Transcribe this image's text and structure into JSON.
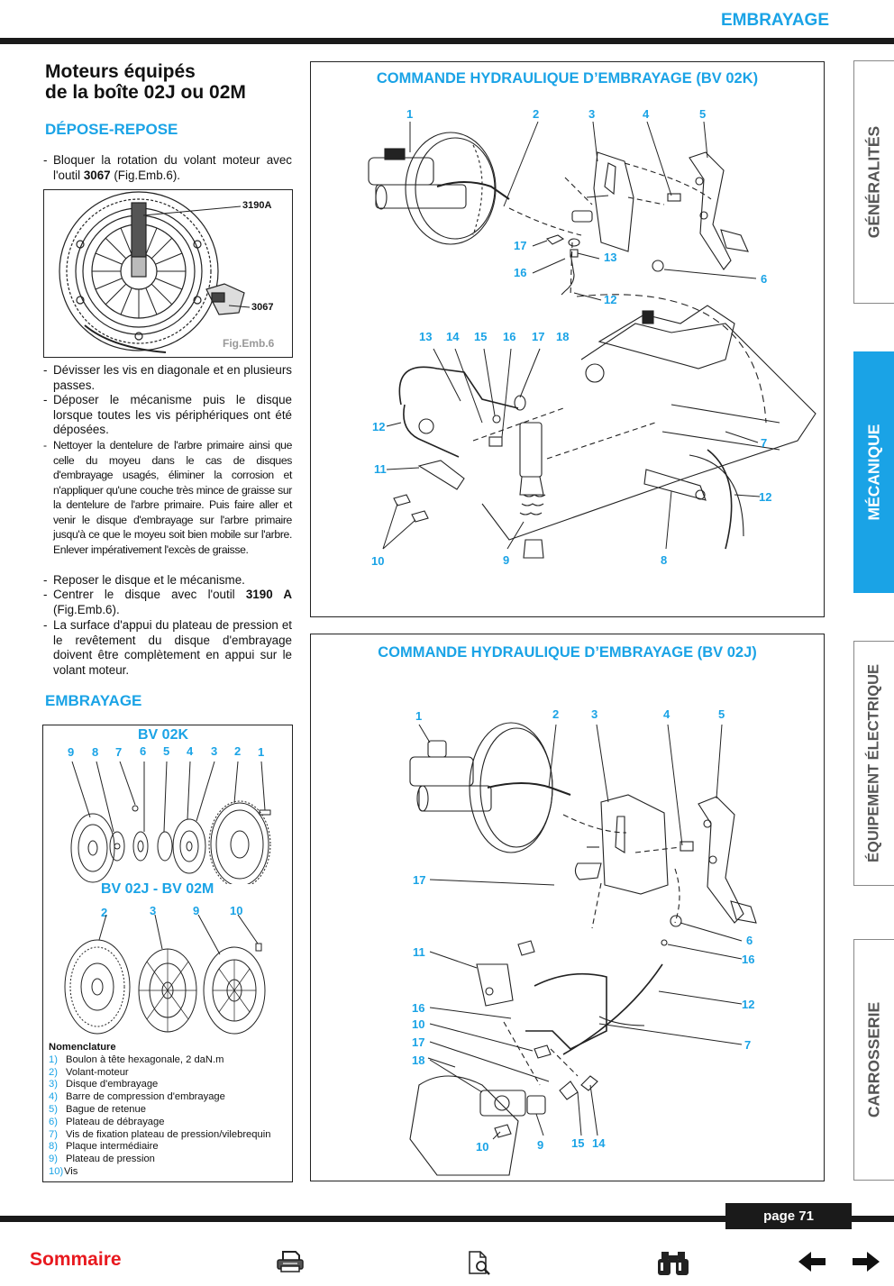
{
  "header": {
    "title": "EMBRAYAGE"
  },
  "page": {
    "title_line1": "Moteurs équipés",
    "title_line2": "de la boîte 02J ou 02M"
  },
  "depose": {
    "heading": "DÉPOSE-REPOSE",
    "step1_a": "Bloquer la rotation du volant moteur avec l'outil ",
    "step1_tool": "3067",
    "step1_b": " (Fig.Emb.6).",
    "step2": "Dévisser les vis en diagonale et en plusieurs passes.",
    "step3": "Déposer le mécanisme puis le disque lorsque toutes les vis périphériques ont été déposées.",
    "step4": "Nettoyer la dentelure de l'arbre primaire ainsi que celle du moyeu dans le cas de disques d'embrayage usagés, éliminer la corrosion et n'appliquer qu'une couche très mince de graisse sur la dentelure de l'arbre primaire. Puis faire aller et venir le disque d'embrayage sur l'arbre primaire jusqu'à ce que le moyeu soit bien mobile sur l'arbre. Enlever impérativement l'excès de graisse.",
    "step5": "Reposer le disque et le mécanisme.",
    "step6_a": "Centrer le disque avec l'outil ",
    "step6_tool": "3190 A",
    "step6_b": " (Fig.Emb.6).",
    "step7": "La surface d'appui du plateau de pression et le revêtement du disque d'embrayage doivent être complètement en appui sur le volant moteur."
  },
  "fig6": {
    "label_tool_a": "3190A",
    "label_tool_b": "3067",
    "caption": "Fig.Emb.6"
  },
  "embrayage": {
    "heading": "EMBRAYAGE",
    "bv02k_title": "BV 02K",
    "bv02k_numbers": [
      "9",
      "8",
      "7",
      "6",
      "5",
      "4",
      "3",
      "2",
      "1"
    ],
    "bv02j_title": "BV 02J - BV 02M",
    "bv02j_numbers": [
      "2",
      "3",
      "9",
      "10"
    ],
    "nomenclature_title": "Nomenclature",
    "nomenclature": [
      {
        "n": "1)",
        "t": "Boulon à tête hexagonale, 2 daN.m"
      },
      {
        "n": "2)",
        "t": "Volant-moteur"
      },
      {
        "n": "3)",
        "t": "Disque d'embrayage"
      },
      {
        "n": "4)",
        "t": "Barre de compression d'embrayage"
      },
      {
        "n": "5)",
        "t": "Bague de retenue"
      },
      {
        "n": "6)",
        "t": "Plateau de débrayage"
      },
      {
        "n": "7)",
        "t": "Vis de fixation plateau de pression/vilebrequin"
      },
      {
        "n": "8)",
        "t": "Plaque intermédiaire"
      },
      {
        "n": "9)",
        "t": "Plateau de pression"
      },
      {
        "n": "10)",
        "t": "Vis"
      }
    ]
  },
  "diagram_02k": {
    "title": "COMMANDE HYDRAULIQUE D’EMBRAYAGE (BV 02K)",
    "callouts": [
      "1",
      "2",
      "3",
      "4",
      "5",
      "17",
      "13",
      "16",
      "6",
      "12",
      "13",
      "14",
      "15",
      "16",
      "17",
      "18",
      "12",
      "7",
      "11",
      "12",
      "10",
      "9",
      "8"
    ]
  },
  "diagram_02j": {
    "title": "COMMANDE HYDRAULIQUE D’EMBRAYAGE (BV 02J)",
    "callouts": [
      "1",
      "2",
      "3",
      "4",
      "5",
      "17",
      "6",
      "16",
      "11",
      "12",
      "16",
      "10",
      "17",
      "7",
      "18",
      "10",
      "9",
      "15",
      "14"
    ]
  },
  "tabs": [
    "GÉNÉRALITÉS",
    "MÉCANIQUE",
    "ÉQUIPEMENT ÉLECTRIQUE",
    "CARROSSERIE"
  ],
  "footer": {
    "page": "page 71",
    "sommaire": "Sommaire"
  }
}
